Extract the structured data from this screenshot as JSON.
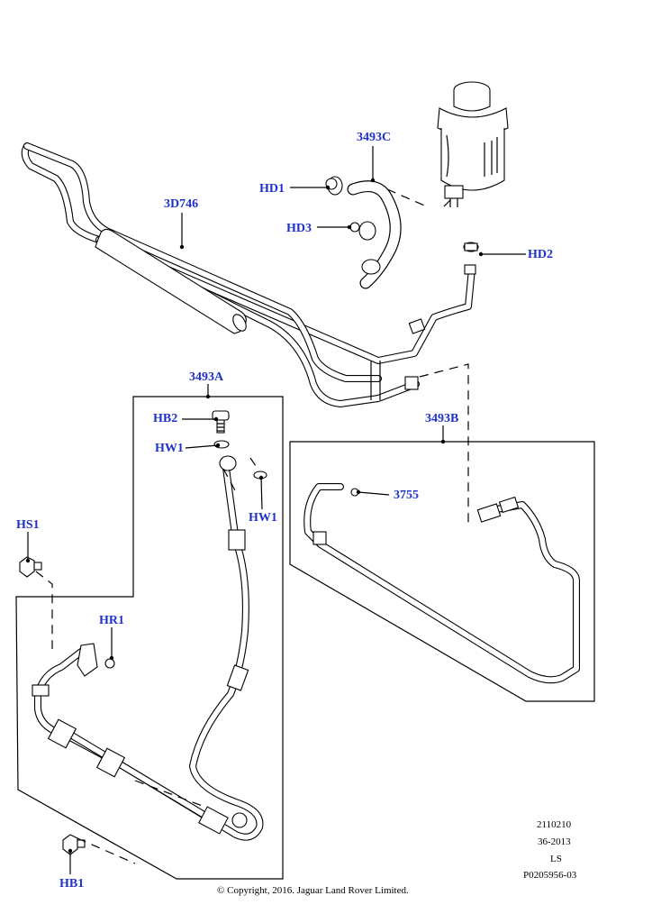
{
  "labels": {
    "p3d746": "3D746",
    "p3493c": "3493C",
    "hd1": "HD1",
    "hd3": "HD3",
    "hd2": "HD2",
    "p3493a": "3493A",
    "hb2": "HB2",
    "hw1_top": "HW1",
    "hw1_right": "HW1",
    "p3493b": "3493B",
    "p3755": "3755",
    "hs1": "HS1",
    "hr1": "HR1",
    "hb1": "HB1"
  },
  "info": {
    "line1": "2110210",
    "line2": "36-2013",
    "line3": "LS",
    "line4": "P0205956-03"
  },
  "copyright": "© Copyright, 2016. Jaguar Land Rover Limited.",
  "colors": {
    "callout": "#1f33c8",
    "line": "#000000"
  }
}
